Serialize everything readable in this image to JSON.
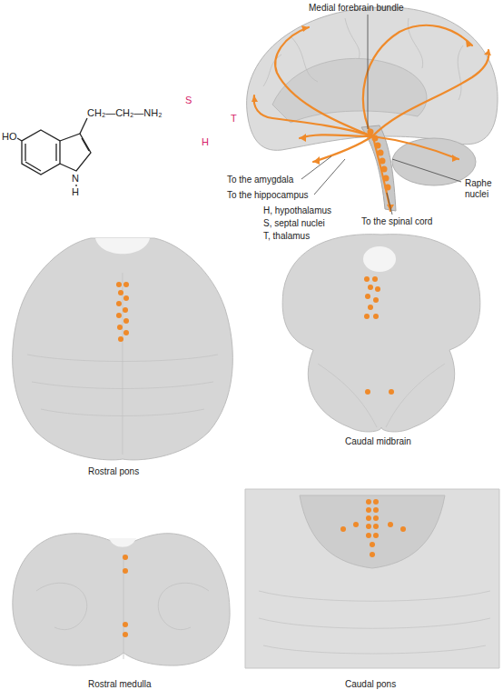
{
  "diagram": {
    "labels": [
      "Medial forebrain bundle",
      "S",
      "T",
      "H",
      "To the amygdala",
      "To the hippocampus",
      "H, hypothalamus",
      "S, septal nuclei",
      "T, thalamus",
      "To the spinal cord",
      "Raphe nuclei",
      "HO",
      "CH₂—CH₂—NH₂",
      "N",
      "H",
      "Rostral pons",
      "Caudal midbrain",
      "Rostral medulla",
      "Caudal pons"
    ]
  }
}
